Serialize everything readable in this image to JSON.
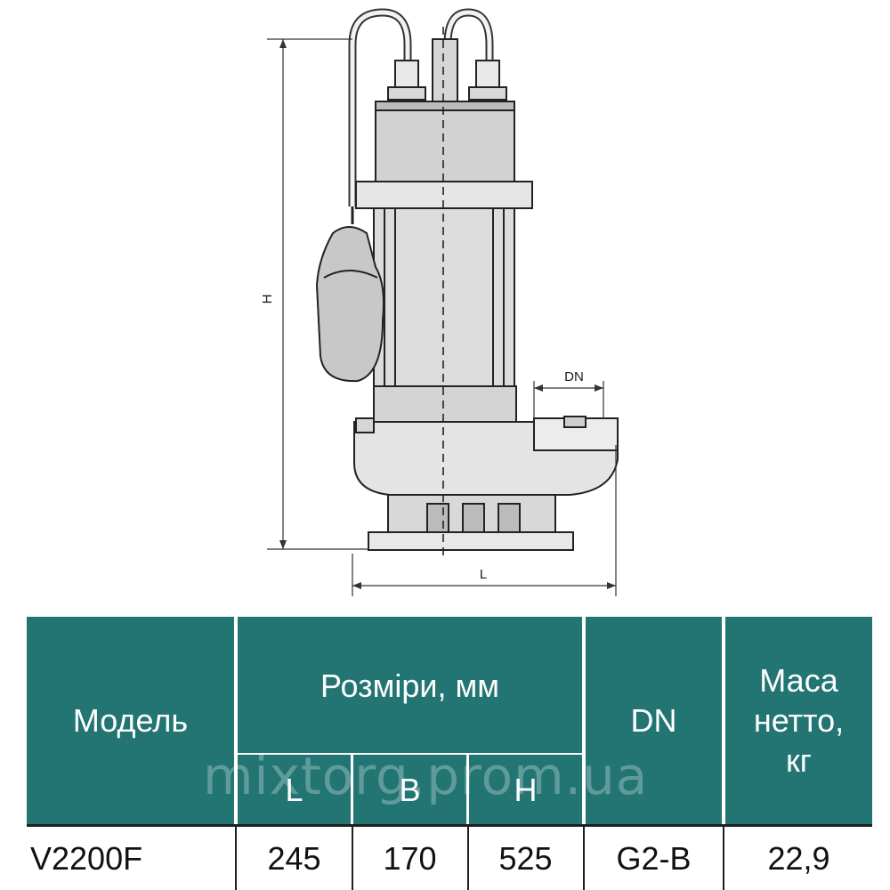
{
  "drawing": {
    "dim_height_label": "H",
    "dim_length_label": "L",
    "dim_outlet_label": "DN"
  },
  "table": {
    "model_header": "Модель",
    "dimensions_header": "Розміри, мм",
    "dim_L_header": "L",
    "dim_B_header": "B",
    "dim_H_header": "H",
    "dn_header": "DN",
    "weight_header": "Маса нетто, кг",
    "rows": [
      {
        "model": "V2200F",
        "L": "245",
        "B": "170",
        "H": "525",
        "dn": "G2-B",
        "weight": "22,9"
      }
    ]
  },
  "watermark": "mixtorg.prom.ua",
  "colors": {
    "header_bg": "#227573",
    "header_text": "#ffffff",
    "line": "#1f1f1f"
  }
}
